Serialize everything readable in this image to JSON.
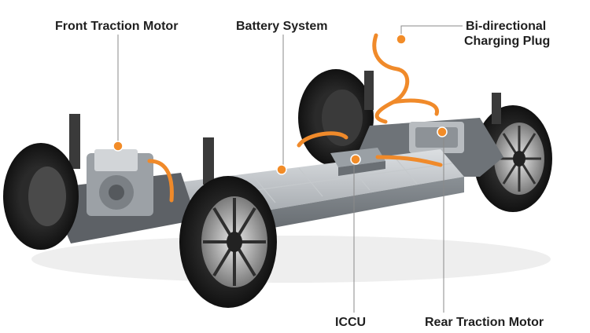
{
  "diagram": {
    "accent_color": "#f28c28",
    "callouts": [
      {
        "id": "front-motor",
        "label": "Front Traction Motor"
      },
      {
        "id": "battery",
        "label": "Battery System"
      },
      {
        "id": "charging",
        "label_line1": "Bi-directional",
        "label_line2": "Charging Plug"
      },
      {
        "id": "iccu",
        "label": "ICCU"
      },
      {
        "id": "rear-motor",
        "label": "Rear Traction Motor"
      }
    ]
  }
}
